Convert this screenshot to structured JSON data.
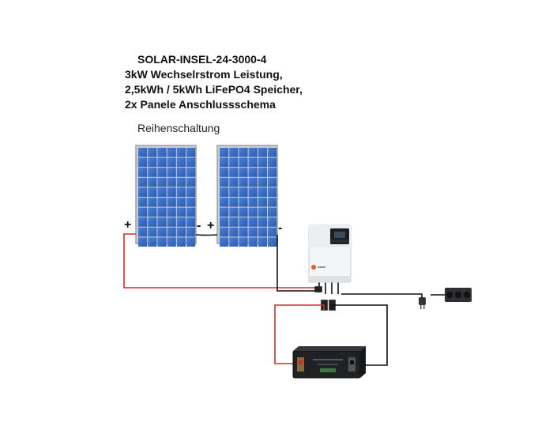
{
  "title": {
    "line1": "SOLAR-INSEL-24-3000-4",
    "line2": "3kW  Wechselrstrom Leistung,",
    "line3": "2,5kWh / 5kWh LiFePO4  Speicher,",
    "line4": "2x Panele Anschlussschema"
  },
  "subtitle": "Reihenschaltung",
  "panel1": {
    "plus": "+",
    "minus": "-"
  },
  "panel2": {
    "plus": "+",
    "minus": "-"
  },
  "colors": {
    "positive_wire": "#d62a2a",
    "negative_wire": "#111111",
    "panel_cell": "#3b6fc6",
    "panel_frame": "#a9aeb4"
  }
}
